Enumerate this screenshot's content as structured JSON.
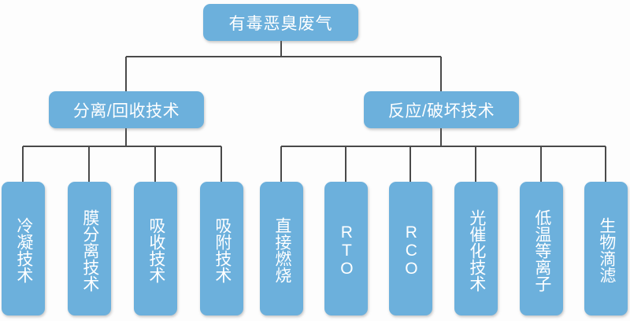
{
  "diagram": {
    "type": "tree",
    "orientation": "top-down",
    "background_color": "#fdfdfd",
    "node_fill_color": "#6cb0dc",
    "node_text_color": "#ffffff",
    "connector_color": "#4a4a4a",
    "root": {
      "label": "有毒恶臭废气"
    },
    "branches": [
      {
        "label": "分离/回收技术",
        "children": [
          {
            "label": "冷凝技术"
          },
          {
            "label": "膜分离技术"
          },
          {
            "label": "吸收技术"
          },
          {
            "label": "吸附技术"
          }
        ]
      },
      {
        "label": "反应/破坏技术",
        "children": [
          {
            "label": "直接燃烧"
          },
          {
            "label": "RTO"
          },
          {
            "label": "RCO"
          },
          {
            "label": "光催化技术"
          },
          {
            "label": "低温等离子"
          },
          {
            "label": "生物滴滤"
          }
        ]
      }
    ]
  }
}
